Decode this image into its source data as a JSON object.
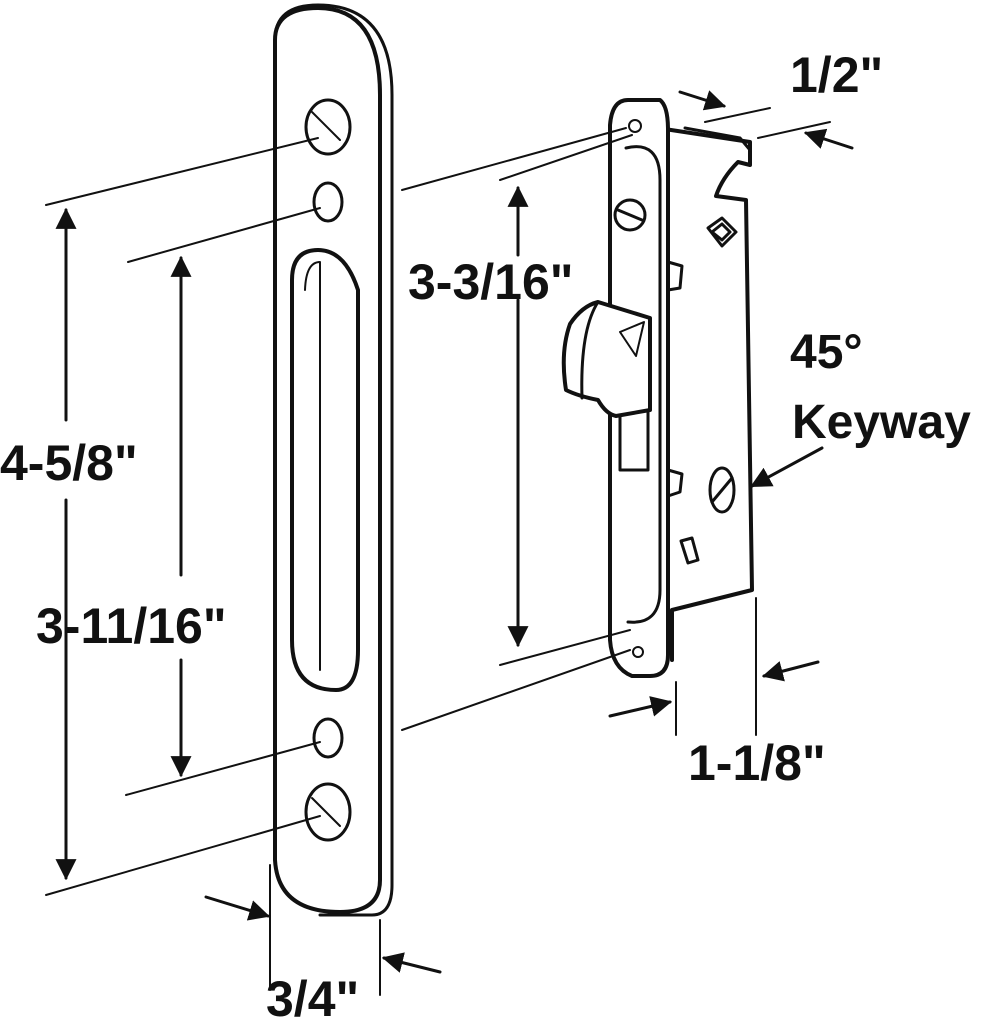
{
  "dimensions": {
    "overall_height": "4-5/8\"",
    "inner_height": "3-11/16\"",
    "strike_width": "3/4\"",
    "mortise_height": "3-3/16\"",
    "mortise_depth": "1/2\"",
    "backset": "1-1/8\"",
    "keyway_line1": "45°",
    "keyway_line2": "Keyway"
  },
  "colors": {
    "ink": "#111111",
    "paper": "#ffffff"
  }
}
